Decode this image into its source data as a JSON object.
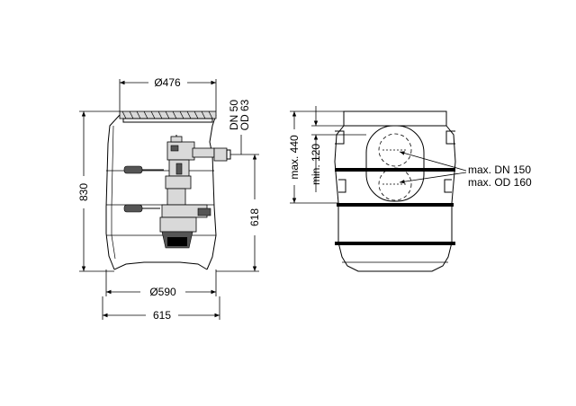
{
  "front_view": {
    "dims": {
      "top_diameter": "Ø476",
      "height_total": "830",
      "height_inlet": "618",
      "inner_diameter": "Ø590",
      "outer_width": "615",
      "pipe_dn": "DN 50",
      "pipe_od": "OD 63"
    }
  },
  "side_view": {
    "dims": {
      "max_height": "max. 440",
      "min_height": "min. 120",
      "max_dn": "max. DN 150",
      "max_od": "max. OD 160"
    }
  }
}
